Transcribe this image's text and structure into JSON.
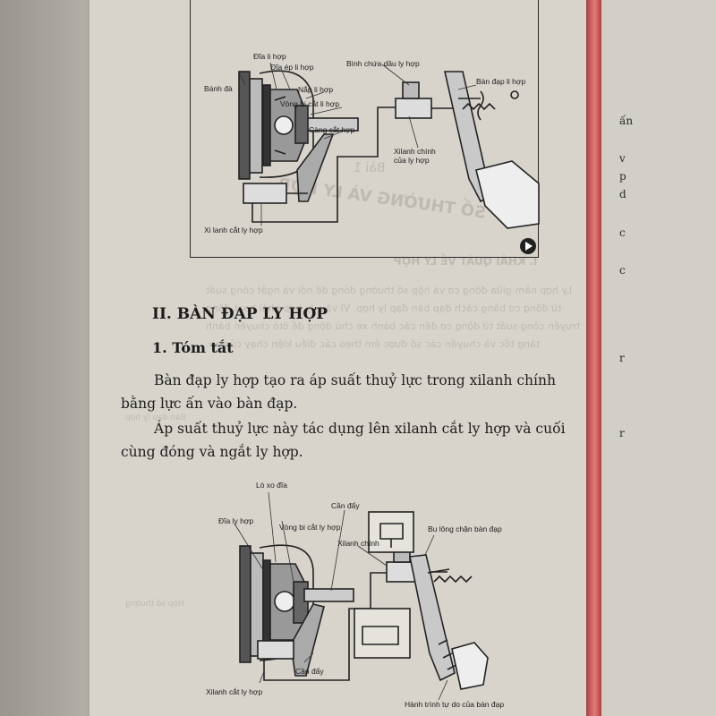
{
  "section_heading": "II. BÀN ĐẠP LY HỢP",
  "subsection_heading": "1. Tóm tắt",
  "paragraphs": [
    "Bàn đạp ly hợp tạo ra áp suất thuỷ lực trong xilanh chính bằng lực ấn vào bàn đạp.",
    "Áp suất thuỷ lực này tác dụng lên xilanh cắt ly hợp và cuối cùng đóng và ngắt ly hợp."
  ],
  "figure_top": {
    "labels": {
      "flywheel": "Bánh đà",
      "clutch_disc": "Đĩa li hợp",
      "pressure_plate": "Đĩa ép li hợp",
      "clutch_cover": "Nắp li hợp",
      "release_bearing": "Vòng bi cắt li hợp",
      "release_fork": "Càng cắt hợp",
      "fluid_reservoir": "Bình chứa dầu ly hợp",
      "master_cylinder": "Xilanh chính của ly hợp",
      "clutch_pedal": "Bàn đạp li hợp",
      "release_cylinder": "Xi lanh cắt ly hợp"
    }
  },
  "figure_bottom": {
    "labels": {
      "diaphragm_spring": "Lò xo đĩa",
      "clutch_disc": "Đĩa ly hợp",
      "release_bearing": "Vòng bi cắt ly hợp",
      "push_rod": "Cần đẩy",
      "master_cylinder": "Xilanh chính",
      "pedal_stop_bolt": "Bu lông chặn bàn đạp",
      "push_rod_2": "Cần đẩy",
      "release_cylinder": "Xilanh cắt ly hợp",
      "free_play": "Hành trình tự do của bàn đạp"
    }
  },
  "background_text": {
    "mirror_title": "HỘP SỐ THƯỜNG VÀ LY HỢP",
    "mirror_lesson": "Bài 1",
    "mirror_section": "I. KHÁI QUÁT VỀ LY HỢP",
    "mirror_line_1": "Ly hợp nằm giữa động cơ và hộp số thường đóng để nối và ngắt công suất",
    "mirror_line_2": "từ động cơ bằng cách đạp bàn đạp ly hợp. Vì vậy, ly hợp phải hoạt động",
    "mirror_line_3": "truyền công suất từ động cơ đến các bánh xe chủ động để ôtô chuyển bánh",
    "mirror_line_4": "tăng tốc và chuyển các số được êm theo các điều kiện chạy của xe.",
    "mirror_caption": "Bàn đạp ly hợp",
    "mirror_caption_2": "Hộp số thường"
  },
  "right_page": {
    "fragments": [
      "ấn",
      "v",
      "p",
      "d",
      "c",
      "c",
      "r",
      "r"
    ]
  }
}
